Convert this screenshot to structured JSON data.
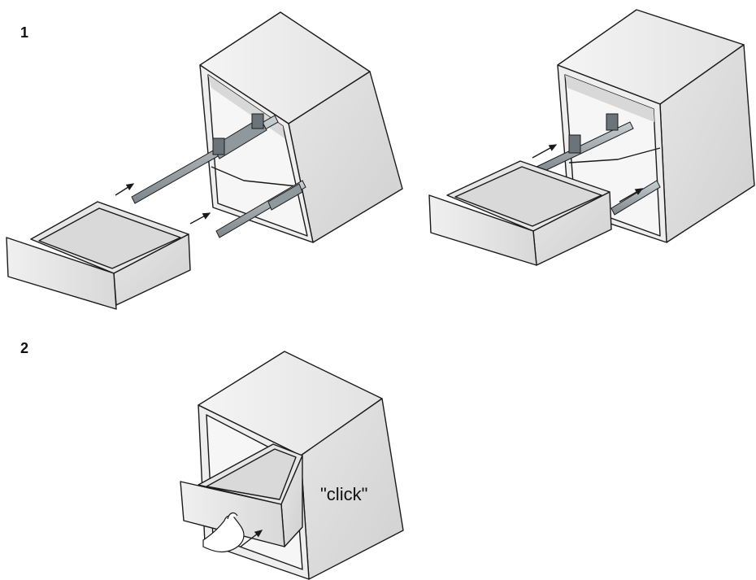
{
  "steps": [
    {
      "number": "1"
    },
    {
      "number": "2"
    }
  ],
  "annotation": {
    "click_text": "\"click\""
  },
  "colors": {
    "outline": "#1a1a1a",
    "panel_light": "#f2f2f2",
    "panel_mid": "#dcdcdc",
    "panel_dark": "#c4c4c4",
    "rail": "#9aa3a8",
    "rail_dark": "#5f676c"
  },
  "icons": [
    "hand-icon",
    "arrow-icon"
  ]
}
